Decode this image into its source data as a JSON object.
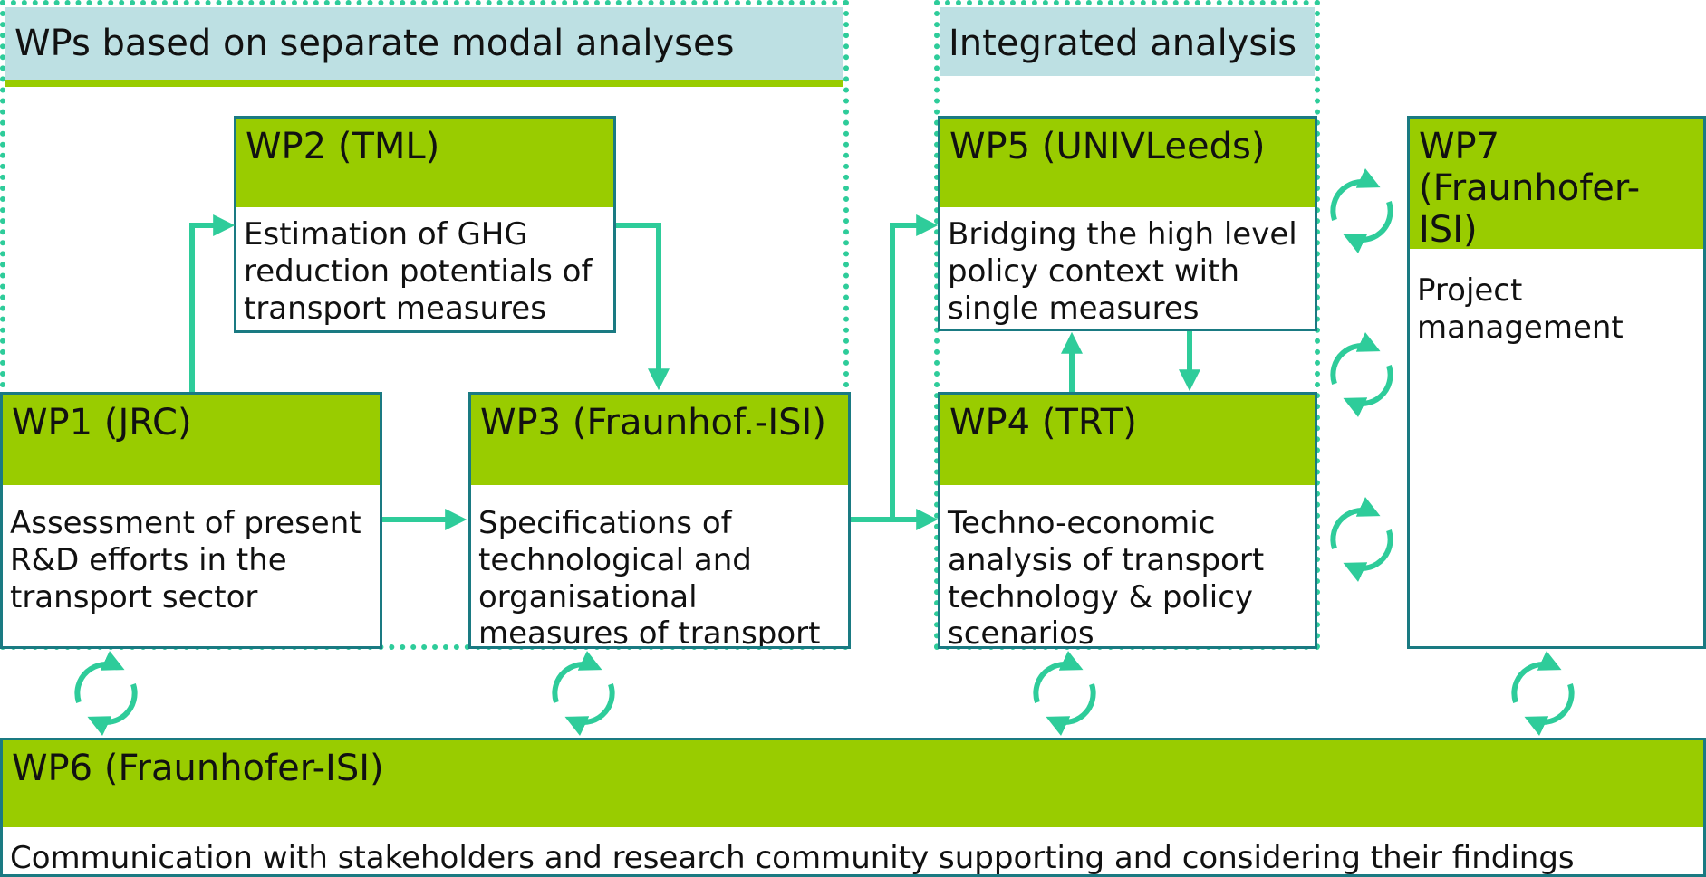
{
  "groups": {
    "modal_title": "WPs based on separate modal analyses",
    "integrated_title": "Integrated analysis"
  },
  "work_packages": {
    "wp1": {
      "header": "WP1 (JRC)",
      "body": "Assessment of present R&D efforts in the transport sector"
    },
    "wp2": {
      "header": "WP2 (TML)",
      "body": "Estimation of GHG reduction potentials of transport measures"
    },
    "wp3": {
      "header": "WP3 (Fraunhof.-ISI)",
      "body": "Specifications of technological and organisational measures of transport"
    },
    "wp4": {
      "header": "WP4 (TRT)",
      "body": "Techno-economic analysis of transport technology & policy scenarios"
    },
    "wp5": {
      "header": "WP5 (UNIVLeeds)",
      "body": "Bridging the high level policy context with single measures"
    },
    "wp6": {
      "header": "WP6 (Fraunhofer-ISI)",
      "body": "Communication with stakeholders and research community supporting and considering their findings"
    },
    "wp7": {
      "header": "WP7 (Fraunhofer-ISI)",
      "body": "Project management"
    }
  },
  "colors": {
    "header_green": "#99cc00",
    "group_title_bg": "#bde0e3",
    "box_border": "#1a7a82",
    "arrow": "#2ecc9a"
  },
  "icons": {
    "cycle": "circular-arrows-icon",
    "flow": "arrow-icon"
  }
}
